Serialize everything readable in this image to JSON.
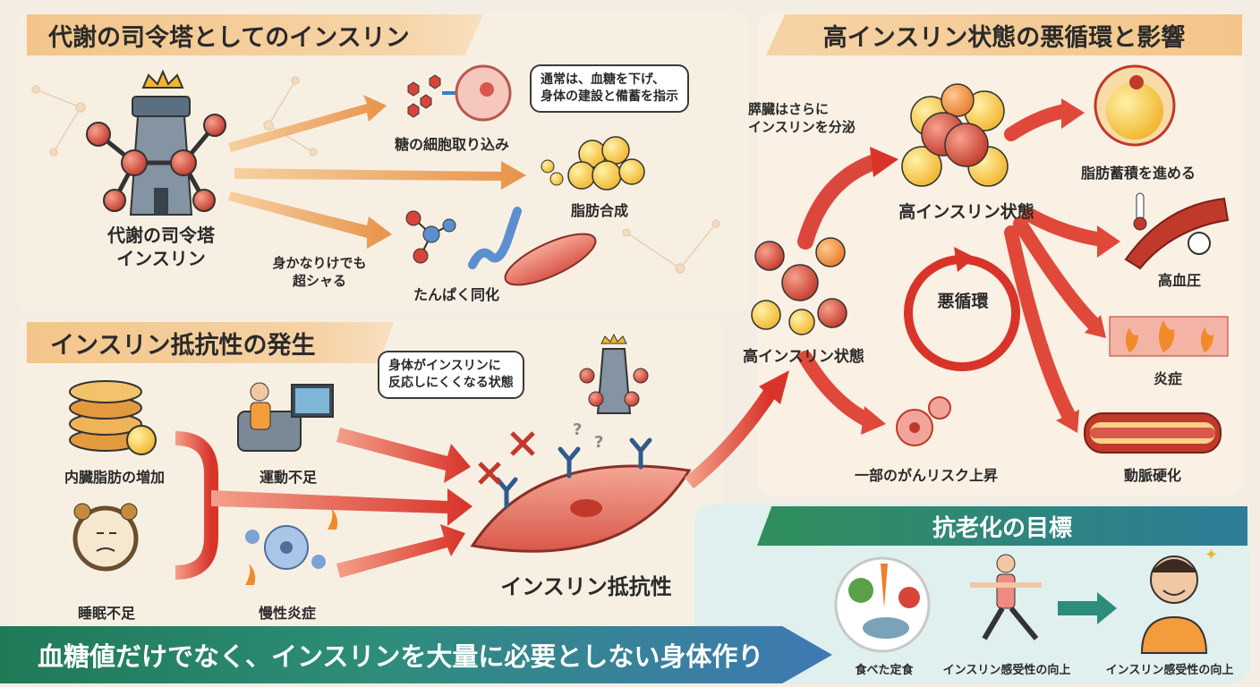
{
  "panels": {
    "commander": {
      "title": "代謝の司令塔としてのインスリン",
      "tower_label_line1": "代謝の司令塔",
      "tower_label_line2": "インスリン",
      "speech": [
        "通常は、血糖を下げ、",
        "身体の建設と備蓄を指示"
      ],
      "side_note": [
        "身かなりけでも",
        "超シャる"
      ],
      "outputs": [
        "糖の細胞取り込み",
        "脂肪合成",
        "たんぱく同化"
      ]
    },
    "resistance": {
      "title": "インスリン抵抗性の発生",
      "speech": [
        "身体がインスリンに",
        "反応しにくくなる状態"
      ],
      "causes": [
        "内臓脂肪の増加",
        "運動不足",
        "睡眠不足",
        "慢性炎症"
      ],
      "result": "インスリン抵抗性"
    },
    "vicious_cycle": {
      "title": "高インスリン状態の悪循環と影響",
      "pancreas_note": [
        "膵臓はさらに",
        "インスリンを分泌"
      ],
      "state_top": "高インスリン状態",
      "state_left": "高インスリン状態",
      "center": "悪循環",
      "effects": [
        "脂肪蓄積を進める",
        "高血圧",
        "炎症",
        "動脈硬化",
        "一部のがんリスク上昇"
      ]
    },
    "anti_aging": {
      "title": "抗老化の目標",
      "items": [
        "食べた定食",
        "インスリン感受性の向上",
        "インスリン感受性の向上"
      ]
    }
  },
  "banner": "血糖値だけでなく、インスリンを大量に必要としない身体作り",
  "colors": {
    "accent_orange": "#f3c58a",
    "arrow_red": "#d93a2b",
    "banner_green": "#1f7a56",
    "banner_blue": "#3f79b3"
  }
}
